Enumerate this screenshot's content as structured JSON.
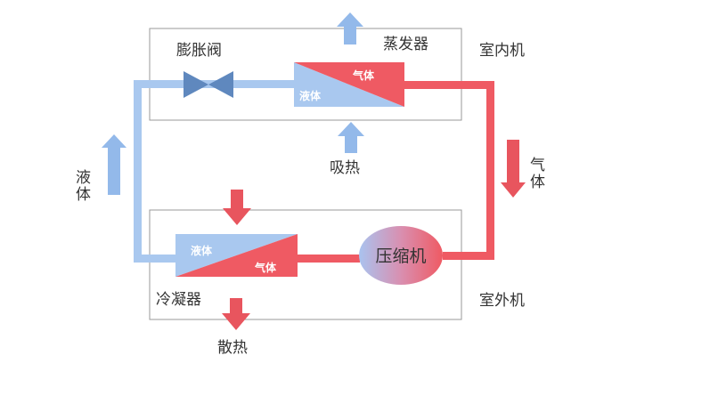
{
  "diagram": {
    "labels": {
      "expansion_valve": "膨胀阀",
      "evaporator": "蒸发器",
      "indoor_unit": "室内机",
      "absorb_heat": "吸热",
      "liquid_left": "液体",
      "gas_right": "气体",
      "compressor": "压缩机",
      "condenser": "冷凝器",
      "outdoor_unit": "室外机",
      "release_heat": "散热",
      "evap_liquid": "液体",
      "evap_gas": "气体",
      "cond_liquid": "液体",
      "cond_gas": "气体"
    },
    "colors": {
      "liquid": "#a9c8ef",
      "gas": "#ef5a63",
      "arrow_blue": "#93b9ea",
      "arrow_red": "#e8555e",
      "valve": "#5f88be",
      "unit_border": "#9a9a9a"
    }
  }
}
